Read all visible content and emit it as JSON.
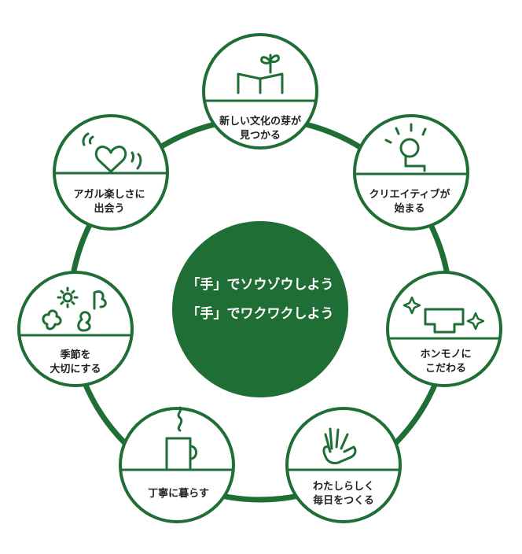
{
  "center": {
    "line1": "「手」でソウゾウしよう",
    "line2": "「手」でワクワクしよう"
  },
  "colors": {
    "brand_green": "#1f6e35",
    "text": "#1f1f1f",
    "background": "#ffffff"
  },
  "nodes": [
    {
      "line1": "新しい文化の芽が",
      "line2": "見つかる",
      "icon": "sprout-book-icon"
    },
    {
      "line1": "クリエイティブが",
      "line2": "始まる",
      "icon": "lightbulb-icon"
    },
    {
      "line1": "ホンモノに",
      "line2": "こだわる",
      "icon": "sparkle-bowl-icon"
    },
    {
      "line1": "わたしらしく",
      "line2": "毎日をつくる",
      "icon": "hand-icon"
    },
    {
      "line1": "丁寧に暮らす",
      "line2": "",
      "icon": "steaming-mug-icon"
    },
    {
      "line1": "季節を",
      "line2": "大切にする",
      "icon": "seasons-icon"
    },
    {
      "line1": "アガル楽しさに",
      "line2": "出会う",
      "icon": "heart-icon"
    }
  ]
}
